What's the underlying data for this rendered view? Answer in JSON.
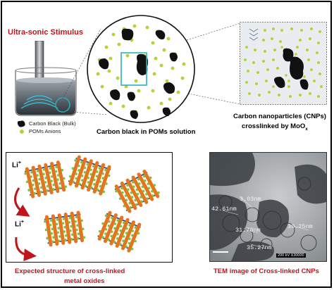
{
  "top": {
    "stimulus_label": "Ultra-sonic Stimulus",
    "legend": {
      "carbon_black": "Carbon Black (Bulk)",
      "poms": "POMs Anions"
    },
    "solution_caption": "Carbon black in POMs solution",
    "cnp_caption_line1": "Carbon nanoparticles (CNPs)",
    "cnp_caption_line2": "crosslinked by MoO",
    "cnp_caption_sub": "x"
  },
  "bottom_left": {
    "li_top": "Li",
    "li_bottom": "Li",
    "li_sup": "+",
    "caption_line1": "Expected structure  of cross-linked",
    "caption_line2": "metal oxides"
  },
  "bottom_right": {
    "measurements": [
      "3.03nm",
      "42.61nm",
      "31.70nm",
      "30.25nm",
      "35.27nm"
    ],
    "scale_text": "200 kV   X30000",
    "caption": "TEM image of Cross-linked CNPs"
  },
  "colors": {
    "red_text": "#c0151b",
    "green_particle": "#b5d334",
    "carbon_black": "#111111",
    "magnifier_box": "#27b2c4",
    "rod_orange": "#e8731d"
  }
}
